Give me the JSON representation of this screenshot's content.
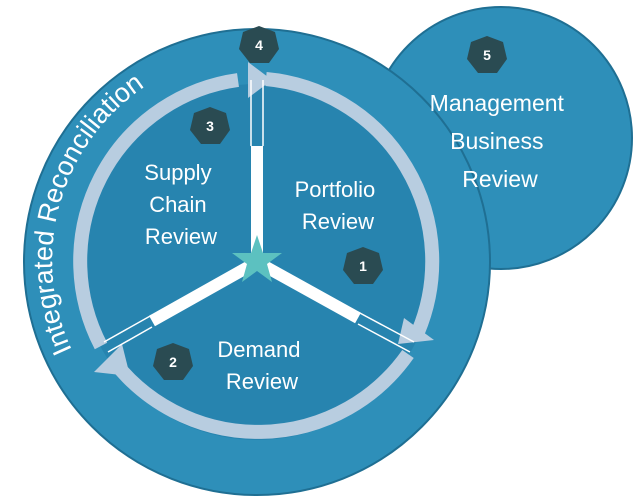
{
  "diagram": {
    "outer_label": "Integrated Reconciliation",
    "steps": [
      {
        "num": "1",
        "lines": [
          "Portfolio",
          "Review"
        ]
      },
      {
        "num": "2",
        "lines": [
          "Demand",
          "Review"
        ]
      },
      {
        "num": "3",
        "lines": [
          "Supply",
          "Chain",
          "Review"
        ]
      },
      {
        "num": "4",
        "lines": []
      },
      {
        "num": "5",
        "lines": [
          "Management",
          "Business",
          "Review"
        ]
      }
    ],
    "center_icon": "star-icon"
  },
  "colors": {
    "circle_fill": "#2e8fb9",
    "inner_fill": "#2784af",
    "circle_stroke": "#1f6f93",
    "arrow": "#b8cde0",
    "divider": "#ffffff",
    "badge": "#2a4b52",
    "star": "#5cc1c0",
    "text": "#ffffff"
  }
}
